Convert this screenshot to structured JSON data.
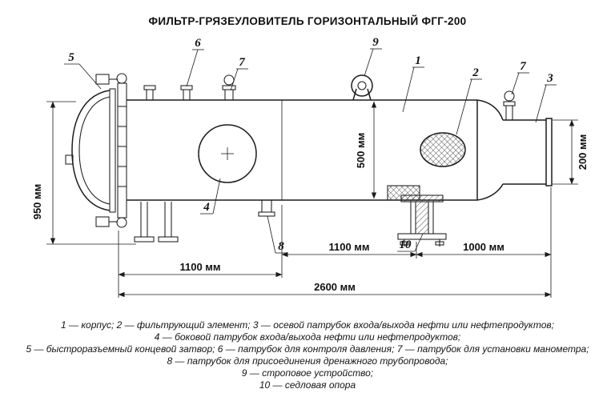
{
  "title": "ФИЛЬТР-ГРЯЗЕУЛОВИТЕЛЬ ГОРИЗОНТАЛЬНЫЙ ФГГ-200",
  "dimensions": {
    "overall_height": "950 мм",
    "shell_diameter": "500 мм",
    "nozzle_diameter": "200 мм",
    "span_mid": "1100 мм",
    "span_right": "1000 мм",
    "span_left": "1100 мм",
    "overall_length": "2600 мм"
  },
  "callouts": {
    "body": "1",
    "filter_element": "2",
    "axial_nozzle": "3",
    "side_nozzle": "4",
    "end_closure": "5",
    "pressure_nozzle": "6",
    "gauge_nozzle_left": "7",
    "gauge_nozzle_right": "7",
    "drain_nozzle": "8",
    "lifting_lug": "9",
    "saddle_support": "10"
  },
  "legend": {
    "lines": [
      "1 — корпус; 2 — фильтрующий элемент; 3 — осевой патрубок входа/выхода нефти или нефтепродуктов;",
      "4 — боковой патрубок входа/выхода нефти или нефтепродуктов;",
      "5 — быстроразъемный концевой затвор; 6 — патрубок для контроля давления; 7 — патрубок для установки манометра;",
      "8 — патрубок для присоединения дренажного трубопровода;",
      "9 — строповое устройство;",
      "10 — седловая опора"
    ]
  },
  "colors": {
    "line": "#1c1c1c",
    "text": "#101010",
    "background": "#ffffff"
  }
}
